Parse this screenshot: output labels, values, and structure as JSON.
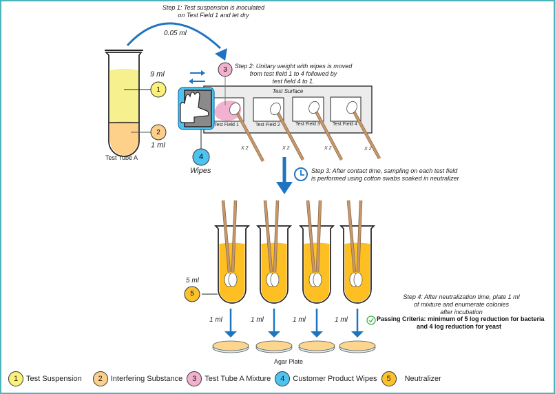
{
  "steps": {
    "step1": [
      "Step 1: Test suspension is inoculated",
      "on Test Field 1 and let dry"
    ],
    "transfer_volume": "0.05 ml",
    "step2": [
      "Step 2: Unitary weight with wipes is moved",
      "from test field 1 to 4 followed by",
      "test field 4 to 1."
    ],
    "step3": [
      "Step 3: After contact time, sampling on each test field",
      "is performed using cotton swabs soaked in neutralizer"
    ],
    "step4": [
      "Step 4: After neutralization time, plate 1 ml",
      "of mixture and enumerate colonies",
      "after incubation"
    ]
  },
  "test_tube": {
    "label": "Test Tube A",
    "top_volume": "9 ml",
    "bottom_volume": "1 ml"
  },
  "wipes": {
    "label": "Wipes",
    "badge": "4"
  },
  "test_surface": {
    "title": "Test Surface",
    "fields": [
      "Test Field 1",
      "Test Field 2",
      "Test Field 3",
      "Test Field 4"
    ],
    "repeat": "X 2"
  },
  "neutralizer": {
    "volume": "5 ml",
    "badge": "5"
  },
  "plating": {
    "volume": "1 ml",
    "plate_label": "Agar Plate"
  },
  "criteria": [
    "Passing Criteria: minimum of 5 log reduction for bacteria",
    "and 4 log reduction for yeast"
  ],
  "badges": [
    {
      "num": "1",
      "label": "Test Suspension",
      "color": "#fbf17a"
    },
    {
      "num": "2",
      "label": "Interfering Substance",
      "color": "#fcd08a"
    },
    {
      "num": "3",
      "label": "Test Tube A Mixture",
      "color": "#f2b1cf"
    },
    {
      "num": "4",
      "label": "Customer Product Wipes",
      "color": "#4fc3ef"
    },
    {
      "num": "5",
      "label": "Neutralizer",
      "color": "#fdc12e"
    }
  ],
  "colors": {
    "frame": "#4db3bd",
    "arrow_blue": "#1f74c2",
    "tube_yellow": "#f6f08f",
    "tube_orange": "#fdd18a",
    "neutralizer": "#fdbf22",
    "swab_stick": "#c8976a",
    "pink": "#f2b1cf",
    "agar": "#fcd58f",
    "check_green": "#3cb54a"
  }
}
